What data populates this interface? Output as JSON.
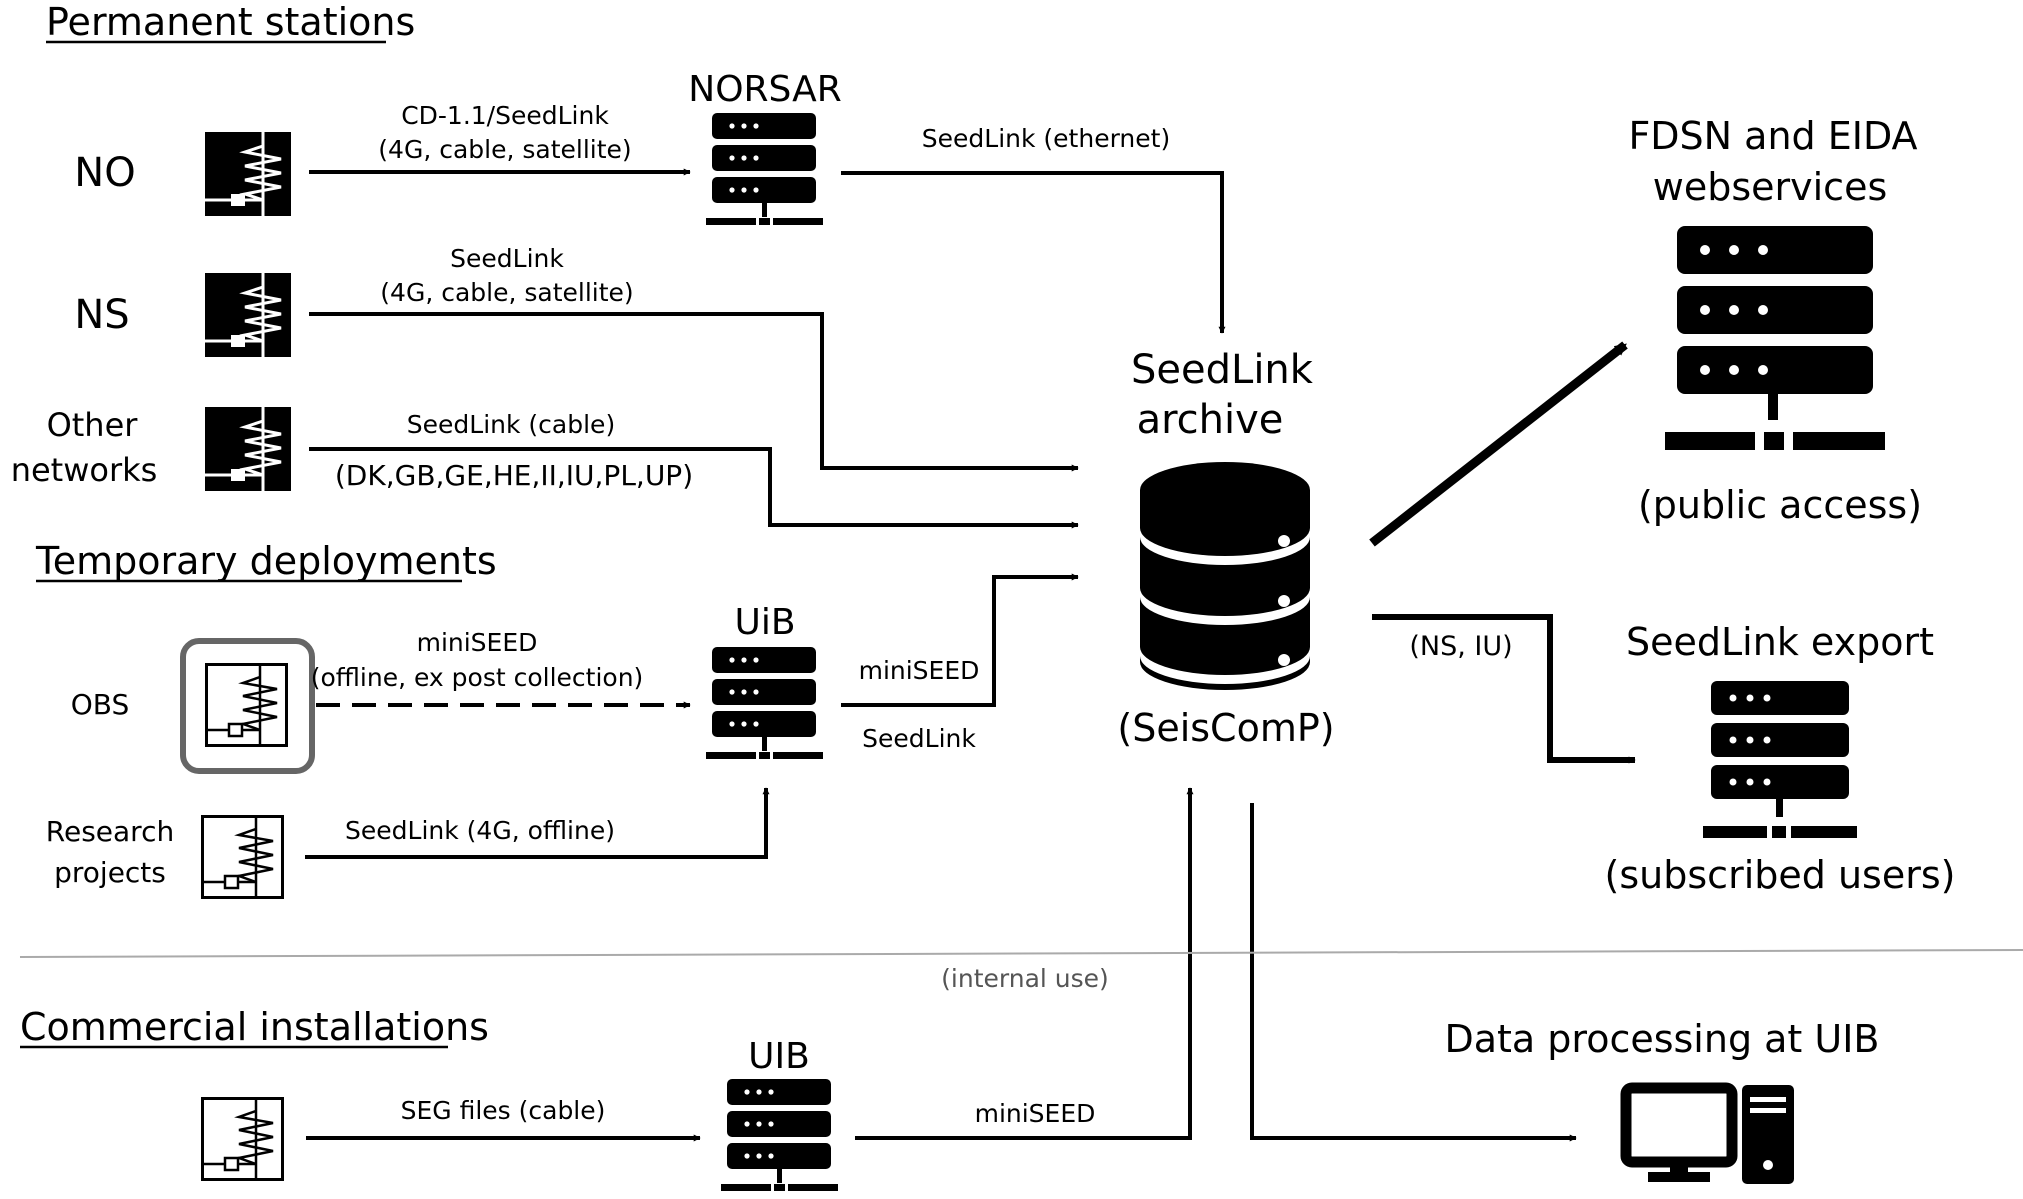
{
  "sections": {
    "permanent": "Permanent stations",
    "temporary": "Temporary deployments",
    "commercial": "Commercial installations"
  },
  "stations": {
    "no": "NO",
    "ns": "NS",
    "other_line1": "Other",
    "other_line2": "networks",
    "obs": "OBS",
    "research_line1": "Research",
    "research_line2": "projects"
  },
  "servers": {
    "norsar": "NORSAR",
    "uib_lower": "UiB",
    "uib_upper": "UIB"
  },
  "links": {
    "no_line1": "CD-1.1/SeedLink",
    "no_line2": "(4G, cable, satellite)",
    "ns_line1": "SeedLink",
    "ns_line2": "(4G, cable, satellite)",
    "other_line1": "SeedLink (cable)",
    "other_line2": "(DK,GB,GE,HE,II,IU,PL,UP)",
    "norsar_out": "SeedLink (ethernet)",
    "obs_line1": "miniSEED",
    "obs_line2": "(offline, ex post collection)",
    "research": "SeedLink (4G, offline)",
    "uib_out1": "miniSEED",
    "uib_out2": "SeedLink",
    "commercial": "SEG files (cable)",
    "commercial_out": "miniSEED",
    "export_nets": "(NS, IU)",
    "internal": "(internal use)"
  },
  "archive": {
    "title1": "SeedLink",
    "title2": "archive",
    "software": "(SeisComP)"
  },
  "outputs": {
    "fdsn_line1": "FDSN and EIDA",
    "fdsn_line2": "webservices",
    "fdsn_note": "(public access)",
    "export_title": "SeedLink export",
    "export_note": "(subscribed users)",
    "processing": "Data processing at UIB"
  },
  "icons": [
    "seismometer-icon",
    "server-icon",
    "database-icon",
    "computer-icon"
  ]
}
